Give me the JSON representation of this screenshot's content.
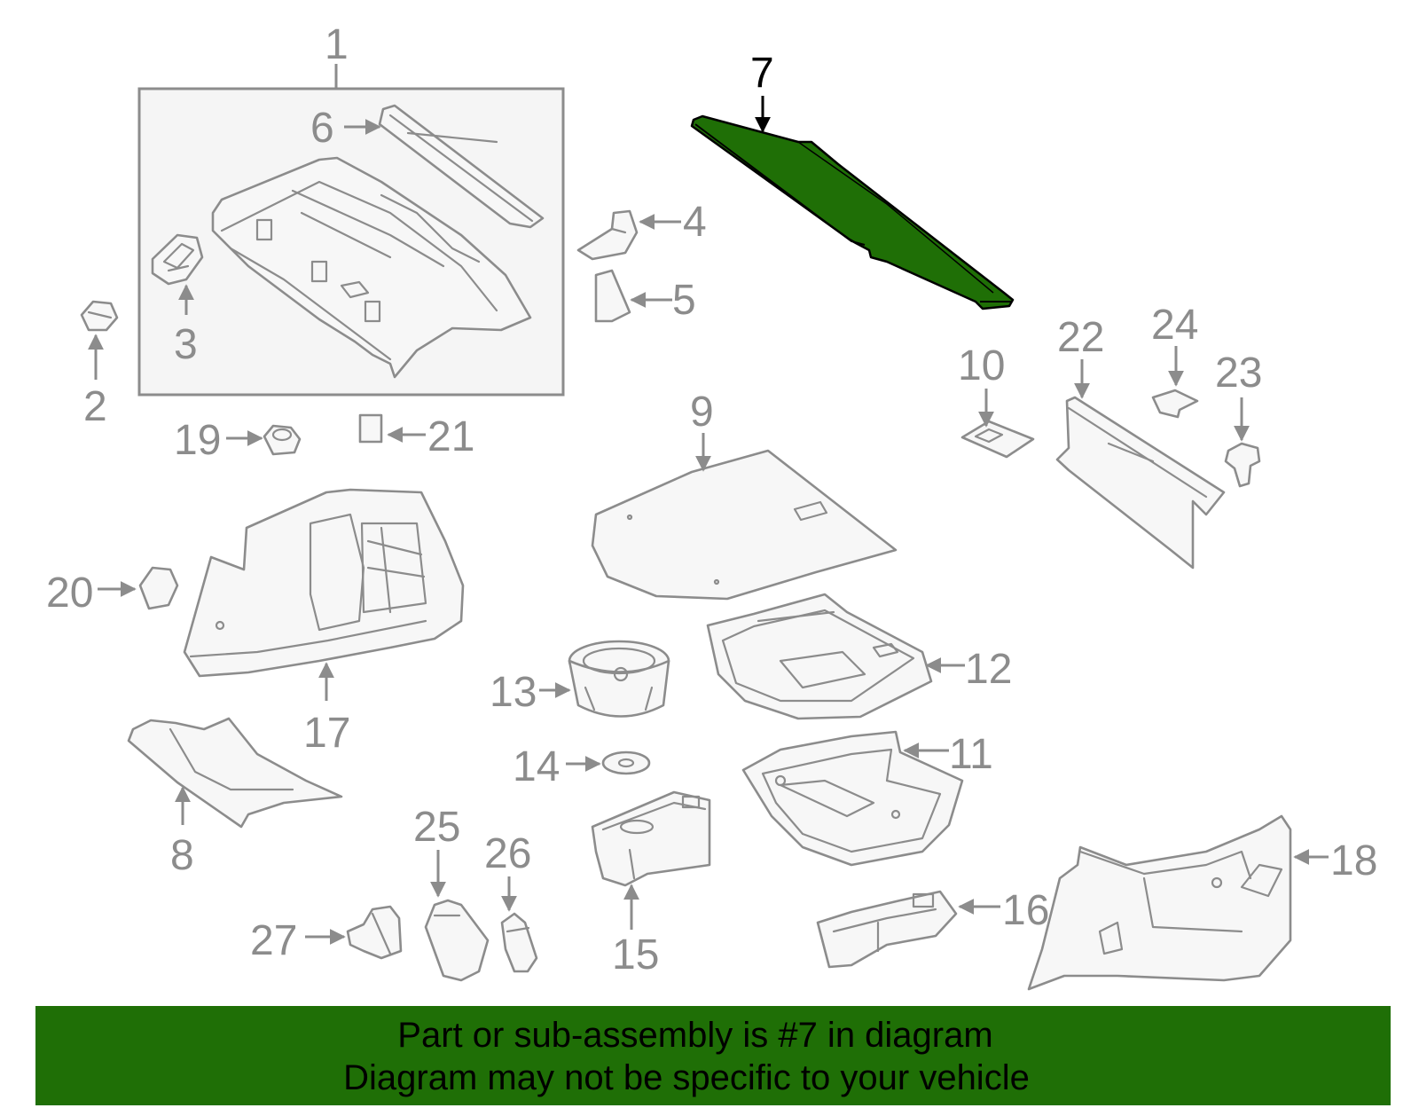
{
  "highlight_color": "#1f6f06",
  "callouts": {
    "c1": "1",
    "c2": "2",
    "c3": "3",
    "c4": "4",
    "c5": "5",
    "c6": "6",
    "c7": "7",
    "c8": "8",
    "c9": "9",
    "c10": "10",
    "c11": "11",
    "c12": "12",
    "c13": "13",
    "c14": "14",
    "c15": "15",
    "c16": "16",
    "c17": "17",
    "c18": "18",
    "c19": "19",
    "c20": "20",
    "c21": "21",
    "c22": "22",
    "c23": "23",
    "c24": "24",
    "c25": "25",
    "c26": "26",
    "c27": "27"
  },
  "banner": {
    "line1": "Part or sub-assembly is #7 in diagram",
    "line2": "Diagram may not be specific to your vehicle"
  }
}
